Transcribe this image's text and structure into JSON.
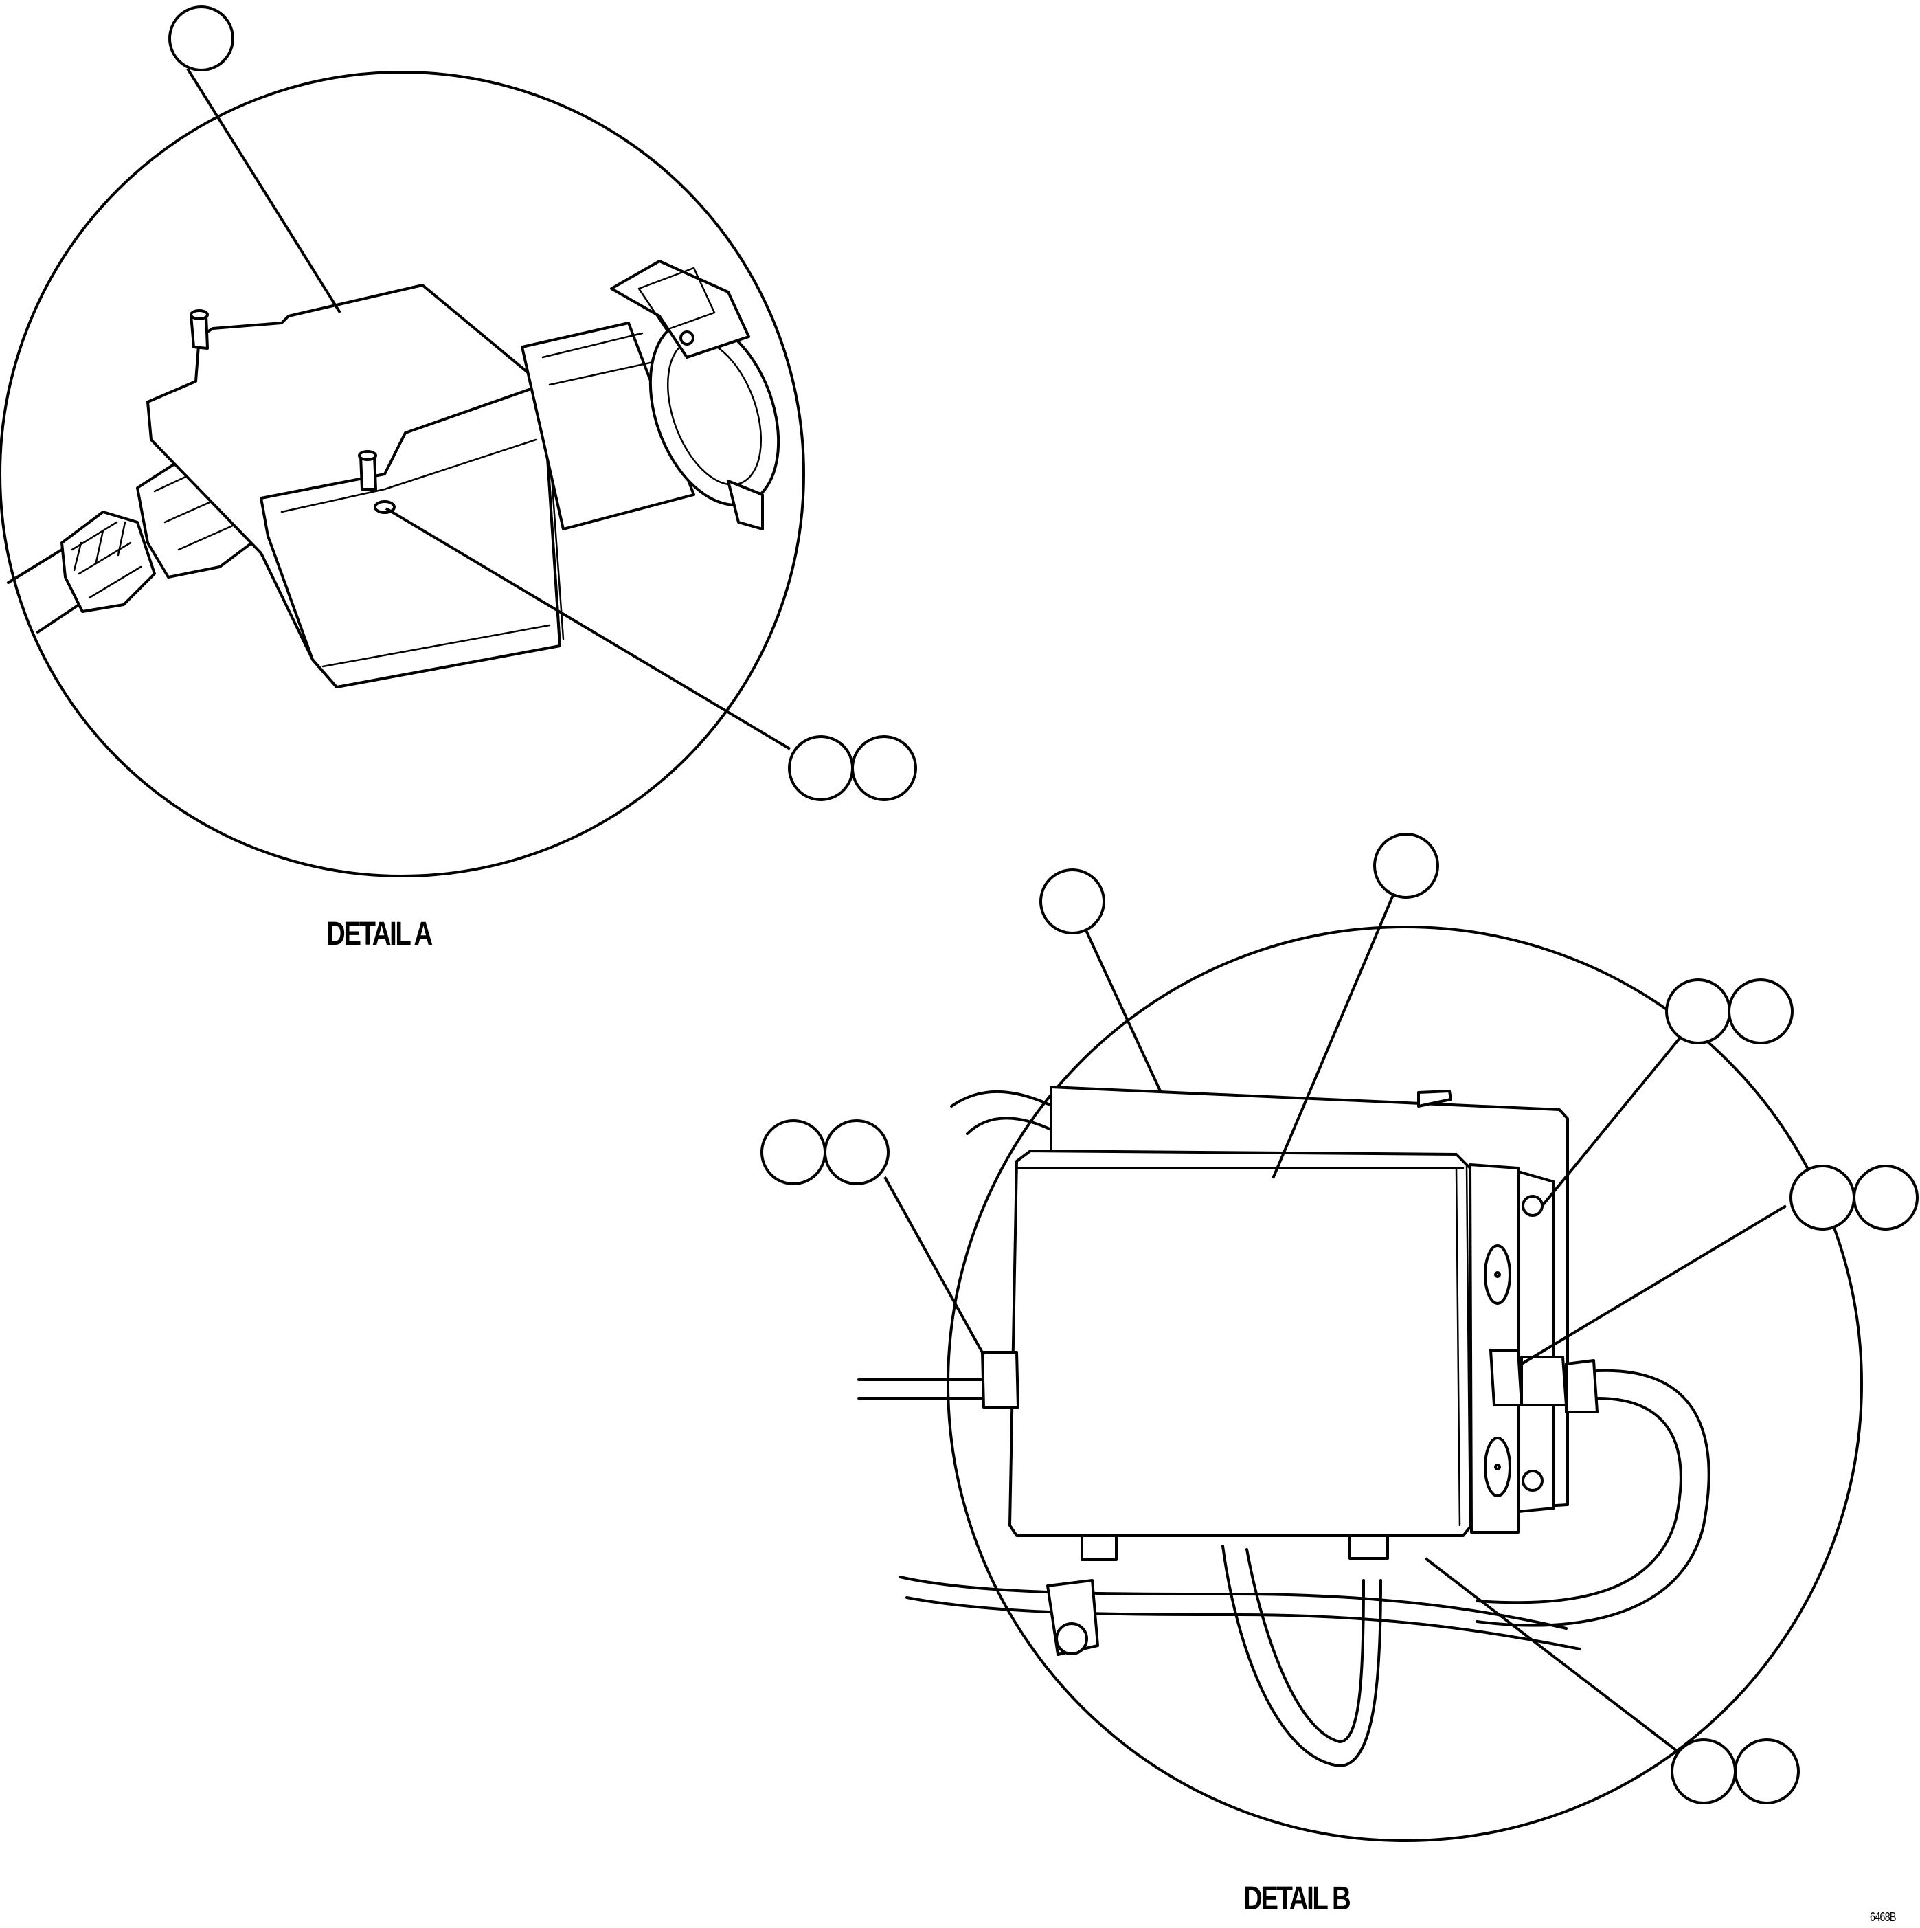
{
  "details": {
    "a": {
      "caption": "DETAIL A"
    },
    "b": {
      "caption": "DETAIL B"
    }
  },
  "figure_code": "6468B"
}
